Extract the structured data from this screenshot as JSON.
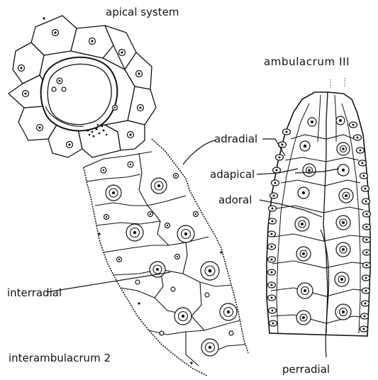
{
  "labels": {
    "apical_system": "apical system",
    "ambulacrum": "ambulacrum III",
    "adradial": "adradial",
    "adapical": "adapical",
    "adoral": "adoral",
    "interradial": "interradial",
    "interambulacrum": "interambulacrum 2",
    "perradial": "perradial"
  }
}
